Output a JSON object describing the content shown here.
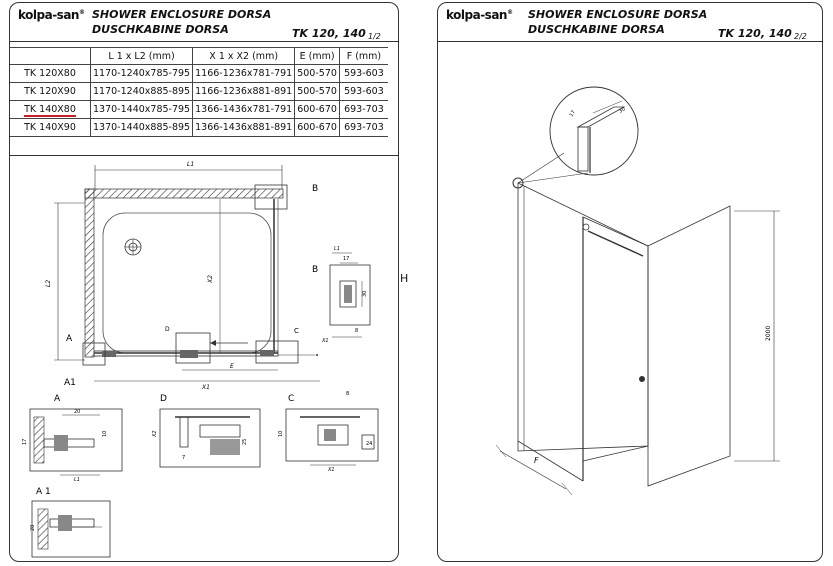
{
  "brand": "kolpa-san",
  "sheet1": {
    "title_line1": "SHOWER ENCLOSURE DORSA",
    "title_line2": "DUSCHKABINE  DORSA",
    "model": "TK 120, 140",
    "page": "1/2",
    "table": {
      "headers": [
        "",
        "L 1 x L2 (mm)",
        "X 1 x X2 (mm)",
        "E (mm)",
        "F (mm)"
      ],
      "rows": [
        [
          "TK 120X80",
          "1170-1240x785-795",
          "1166-1236x781-791",
          "500-570",
          "593-603"
        ],
        [
          "TK 120X90",
          "1170-1240x885-895",
          "1166-1236x881-891",
          "500-570",
          "593-603"
        ],
        [
          "TK 140X80",
          "1370-1440x785-795",
          "1366-1436x781-791",
          "600-670",
          "693-703"
        ],
        [
          "TK 140X90",
          "1370-1440x885-895",
          "1366-1436x881-891",
          "600-670",
          "693-703"
        ]
      ]
    },
    "detail_labels": {
      "a": "A",
      "a1": "A1",
      "b": "B",
      "c": "C",
      "d": "D",
      "a1_detail": "A 1"
    },
    "dims": {
      "l1": "L1",
      "l2": "L2",
      "x1": "X1",
      "x2": "X2",
      "e": "E",
      "n17": "17",
      "n20": "20",
      "n30": "30",
      "n8": "8",
      "n10": "10",
      "n24": "24",
      "n7": "7",
      "n25": "25"
    }
  },
  "sheet2": {
    "title_line1": "SHOWER ENCLOSURE DORSA",
    "title_line2": "DUSCHKABINE  DORSA",
    "model": "TK 120, 140",
    "page": "2/2",
    "dims": {
      "height": "2000",
      "f": "F",
      "n17": "17",
      "n30": "30"
    }
  },
  "fold_marker": "H"
}
